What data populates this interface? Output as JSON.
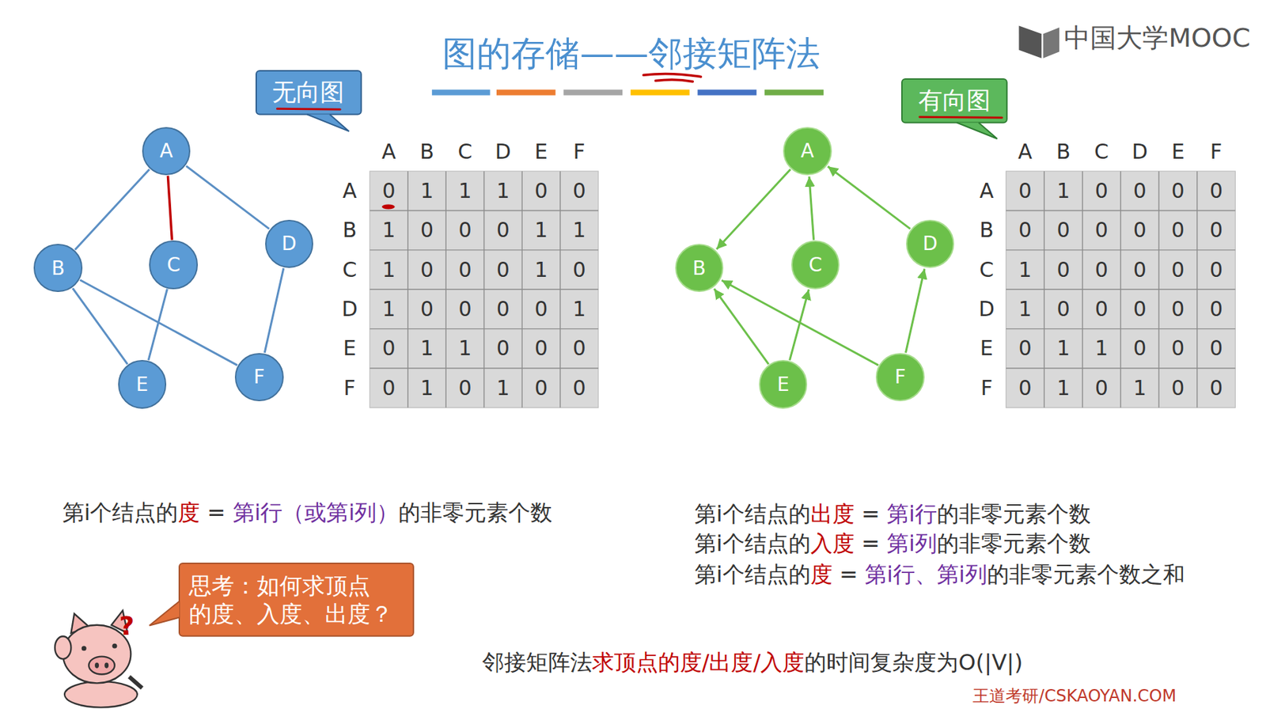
{
  "diagram": {
    "title": "图的存储——邻接矩阵法",
    "nodes": [
      {
        "text": [
          "无向图"
        ]
      },
      {
        "text": [
          "有向图"
        ]
      },
      {
        "text": [
          "A"
        ]
      },
      {
        "text": [
          "B"
        ]
      },
      {
        "text": [
          "C"
        ]
      },
      {
        "text": [
          "D"
        ]
      },
      {
        "text": [
          "E"
        ]
      },
      {
        "text": [
          "F"
        ]
      },
      {
        "text": [
          "A"
        ]
      },
      {
        "text": [
          "B"
        ]
      },
      {
        "text": [
          "C"
        ]
      },
      {
        "text": [
          "D"
        ]
      },
      {
        "text": [
          "E"
        ]
      },
      {
        "text": [
          "F"
        ]
      },
      {
        "text": [
          "思考：如何求顶点 的度、入度、出度？"
        ]
      }
    ],
    "edges": [
      {
        "from": 2,
        "to": 3,
        "arrow": "none"
      },
      {
        "from": 2,
        "to": 4,
        "arrow": "none"
      },
      {
        "from": 2,
        "to": 5,
        "arrow": "none"
      },
      {
        "from": 3,
        "to": 6,
        "arrow": "none"
      },
      {
        "from": 3,
        "to": 7,
        "arrow": "none"
      },
      {
        "from": 4,
        "to": 6,
        "arrow": "none"
      },
      {
        "from": 5,
        "to": 7,
        "arrow": "none"
      },
      {
        "from": 8,
        "to": 9,
        "arrow": "to"
      },
      {
        "from": 10,
        "to": 8,
        "arrow": "to"
      },
      {
        "from": 11,
        "to": 8,
        "arrow": "to"
      },
      {
        "from": 12,
        "to": 9,
        "arrow": "to"
      },
      {
        "from": 12,
        "to": 10,
        "arrow": "to"
      },
      {
        "from": 13,
        "to": 9,
        "arrow": "to"
      },
      {
        "from": 13,
        "to": 11,
        "arrow": "to"
      }
    ],
    "labels": [
      "中国大学MOOC",
      "A",
      "B",
      "C",
      "D",
      "E",
      "F",
      "A",
      "0",
      "1",
      "1",
      "1",
      "0",
      "0",
      "B",
      "1",
      "0",
      "0",
      "0",
      "1",
      "1",
      "C",
      "1",
      "0",
      "0",
      "0",
      "1",
      "0",
      "D",
      "1",
      "0",
      "0",
      "0",
      "0",
      "1",
      "E",
      "0",
      "1",
      "1",
      "0",
      "0",
      "0",
      "F",
      "0",
      "1",
      "0",
      "1",
      "0",
      "0",
      "A",
      "B",
      "C",
      "D",
      "E",
      "F",
      "A",
      "0",
      "1",
      "0",
      "0",
      "0",
      "0",
      "B",
      "0",
      "0",
      "0",
      "0",
      "0",
      "0",
      "C",
      "1",
      "0",
      "0",
      "0",
      "0",
      "0",
      "D",
      "1",
      "0",
      "0",
      "0",
      "0",
      "0",
      "E",
      "0",
      "1",
      "1",
      "0",
      "0",
      "0",
      "F",
      "0",
      "1",
      "0",
      "1",
      "0",
      "0",
      "第i个结点的",
      "度",
      " = ",
      "第i行（或第i列）",
      "的非零元素个数",
      "第i个结点的",
      "出度",
      " = ",
      "第i行",
      "的非零元素个数",
      "第i个结点的",
      "入度",
      " = ",
      "第i列",
      "的非零元素个数",
      "第i个结点的",
      "度",
      " = ",
      "第i行、第i列",
      "的非零元素个数之和",
      "邻接矩阵法",
      "求顶点的度/出度/入度",
      "的时间复杂度为",
      "O(|V|)",
      "?",
      "王道考研/CSKAOYAN.COM"
    ]
  }
}
